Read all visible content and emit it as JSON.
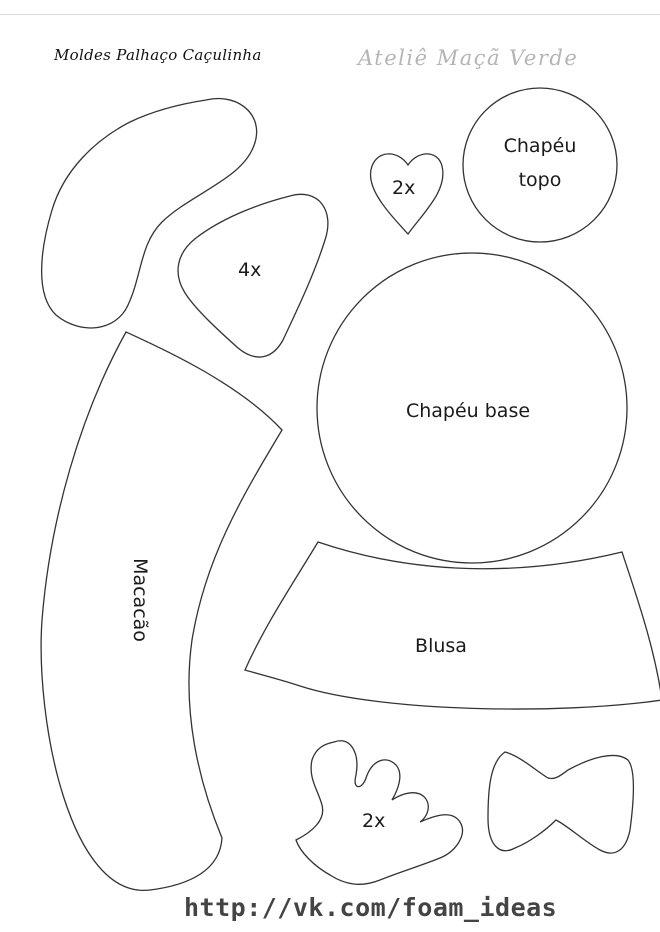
{
  "header": {
    "title": "Moldes Palhaço Caçulinha",
    "brand": "Ateliê Maçã Verde"
  },
  "pieces": {
    "heart_count": "2x",
    "hat_top": [
      "Chapéu",
      "topo"
    ],
    "shoe_count": "4x",
    "hat_base": "Chapéu base",
    "overalls": "Macacão",
    "shirt": "Blusa",
    "glove_count": "2x"
  },
  "footer": {
    "url": "http://vk.com/foam_ideas"
  }
}
